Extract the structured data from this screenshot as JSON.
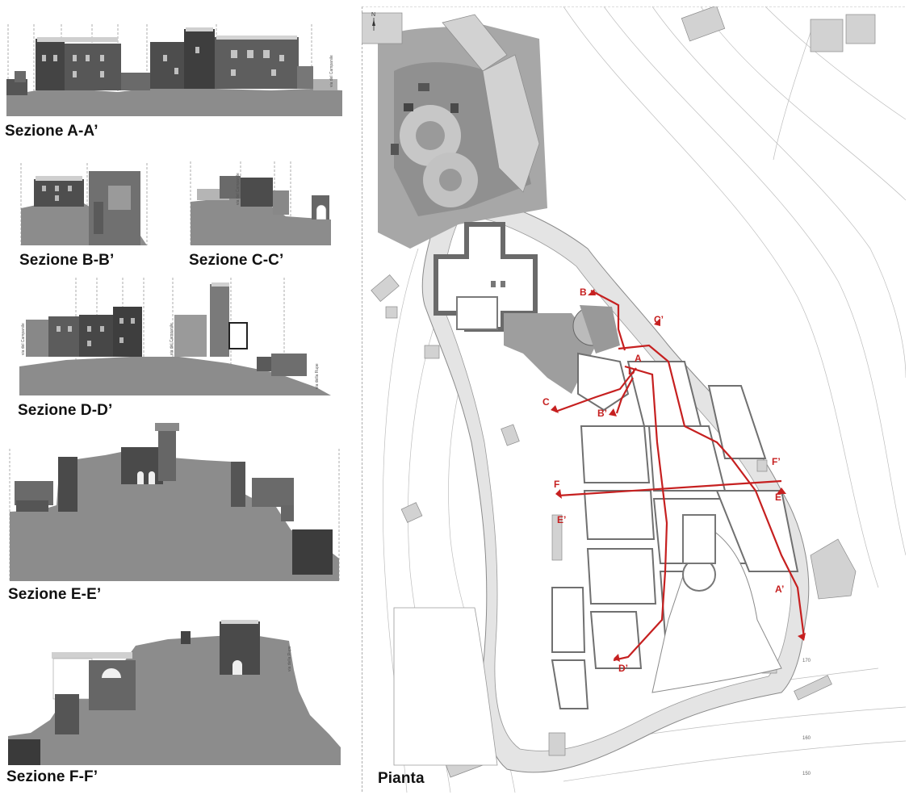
{
  "sections": {
    "a": "Sezione A-A’",
    "b": "Sezione B-B’",
    "c": "Sezione C-C’",
    "d": "Sezione D-D’",
    "e": "Sezione E-E’",
    "f": "Sezione F-F’"
  },
  "street_labels": {
    "campanile": "via del Campanile",
    "rupe": "via della Rupe"
  },
  "plan": {
    "title": "Pianta",
    "north": "N",
    "markers": {
      "a": "A",
      "a_prime": "A’",
      "b": "B",
      "b_prime": "B’",
      "c": "C",
      "c_prime": "C’",
      "d": "D",
      "d_prime": "D’",
      "e": "E",
      "e_prime": "E’",
      "f": "F",
      "f_prime": "F’"
    },
    "contours": {
      "c170": "170",
      "c160": "160",
      "c150": "150"
    }
  },
  "colors": {
    "ground": "#8c8c8c",
    "building": "#d2d2d2",
    "photo_dark": "#4a4a4a",
    "section_line": "#c62020",
    "contour": "#bdbdbd"
  }
}
